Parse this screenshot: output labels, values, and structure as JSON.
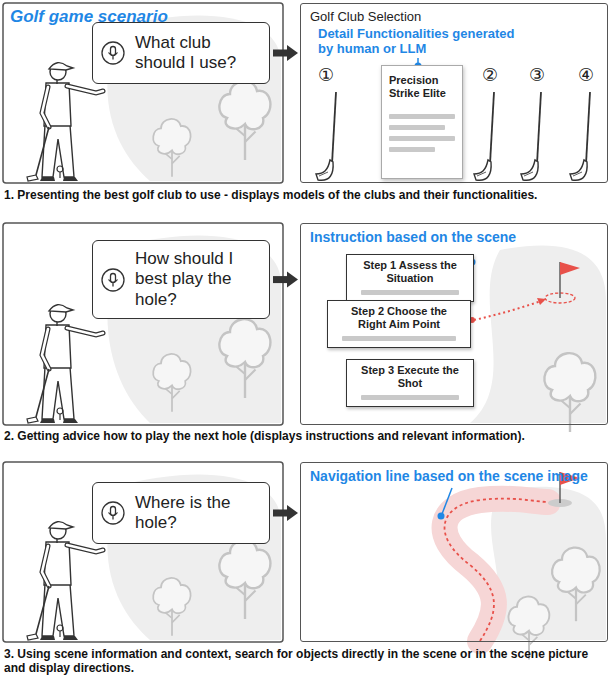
{
  "diagram": {
    "title": "Golf game scenario",
    "nodes": [
      {
        "text": [
          "What club should I use?"
        ]
      },
      {
        "text": [
          "Golf Club Selection"
        ]
      },
      {
        "text": [
          "Precision Strike Elite"
        ],
        "in": 1
      },
      {
        "text": [
          "How should I best play the hole?"
        ]
      },
      {
        "text": [
          "Instruction based on the scene"
        ]
      },
      {
        "text": [
          "Step 1 Assess the Situation"
        ],
        "in": 4
      },
      {
        "text": [
          "Step 2 Choose the Right Aim Point"
        ],
        "in": 4
      },
      {
        "text": [
          "Step 3 Execute the Shot"
        ],
        "in": 4
      },
      {
        "text": [
          "Where is the hole?"
        ]
      },
      {
        "text": [
          "Navigation line based on the scene image"
        ]
      }
    ],
    "edges": [
      {
        "from": 0,
        "to": 1,
        "arrow": "to"
      },
      {
        "from": 3,
        "to": 4,
        "arrow": "to"
      },
      {
        "from": 8,
        "to": 9,
        "arrow": "to"
      }
    ],
    "labels": [
      "①",
      "②",
      "③",
      "④",
      "Detail Functionalities generated by human or LLM",
      "1. Presenting the best golf club to use - displays models of the clubs and their functionalities.",
      "2. Getting advice how to play the next hole (displays instructions and relevant information).",
      "3. Using scene information and context, search for objects directly in the scene or in the scene picture and display directions."
    ]
  }
}
